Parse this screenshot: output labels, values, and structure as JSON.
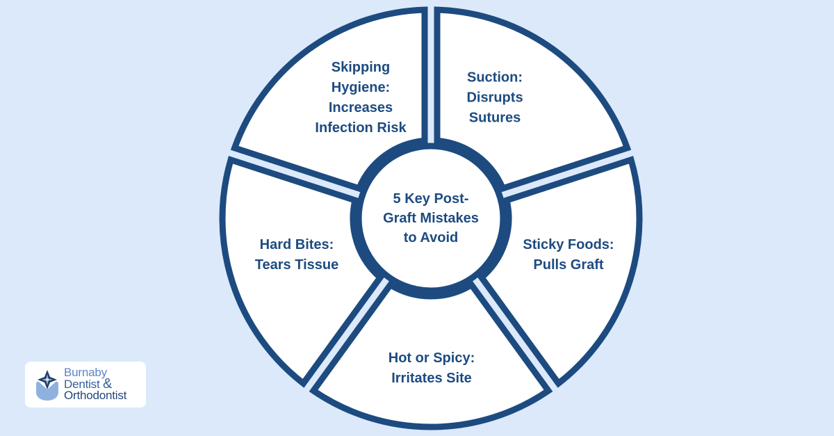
{
  "diagram": {
    "title": "5 Key Post-Graft Mistakes to Avoid",
    "hub_label": "5 Key Post-\nGraft Mistakes\nto Avoid",
    "segments": [
      {
        "label": "Skipping\nHygiene:\nIncreases\nInfection Risk",
        "mistake": "Skipping Hygiene",
        "effect": "Increases Infection Risk"
      },
      {
        "label": "Suction:\nDisrupts\nSutures",
        "mistake": "Suction",
        "effect": "Disrupts Sutures"
      },
      {
        "label": "Sticky Foods:\nPulls Graft",
        "mistake": "Sticky Foods",
        "effect": "Pulls Graft"
      },
      {
        "label": "Hot or Spicy:\nIrritates Site",
        "mistake": "Hot or Spicy",
        "effect": "Irritates Site"
      },
      {
        "label": "Hard Bites:\nTears Tissue",
        "mistake": "Hard Bites",
        "effect": "Tears Tissue"
      }
    ]
  },
  "logo": {
    "line1": "Burnaby",
    "line2": "Dentist",
    "amp": "&",
    "line3": "Orthodontist",
    "icon": "star-tooth-icon"
  },
  "colors": {
    "background": "#dbe9fb",
    "stroke": "#1d4b80",
    "segment_fill": "#ffffff",
    "text": "#1d4b80"
  }
}
